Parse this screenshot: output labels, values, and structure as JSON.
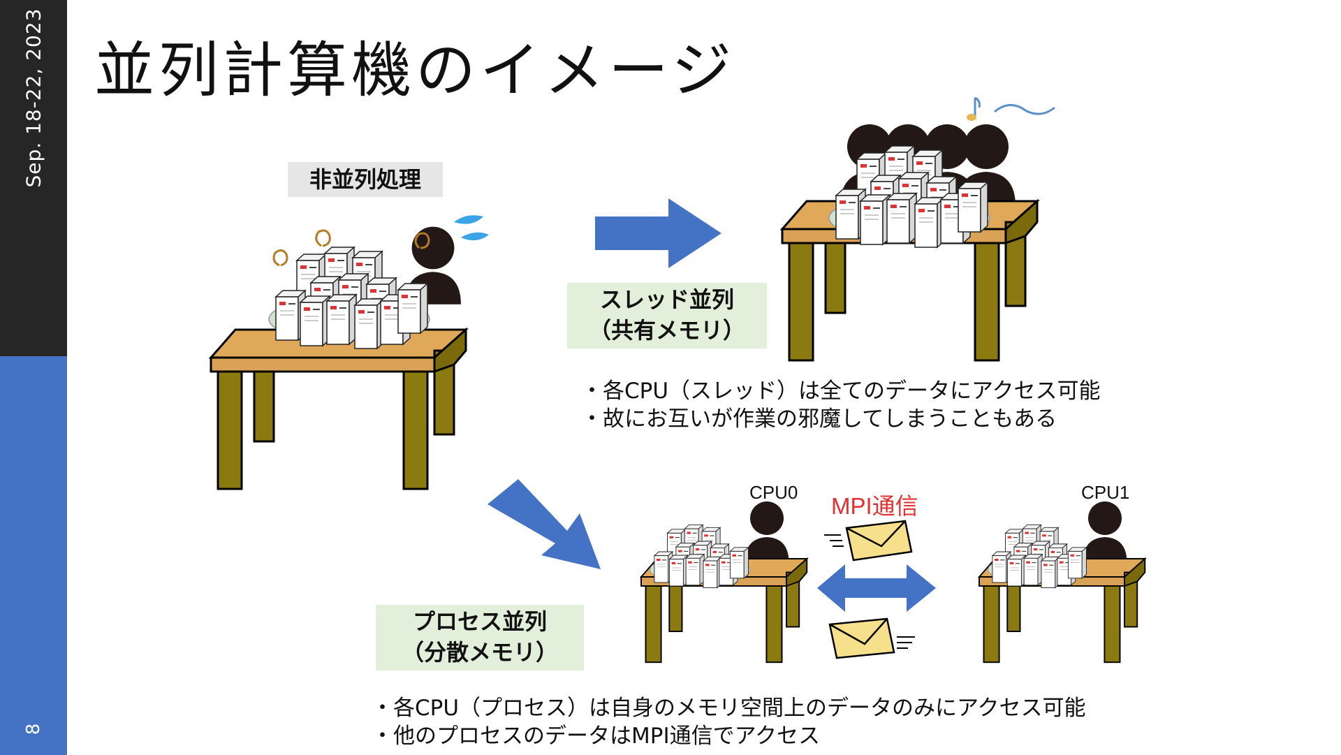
{
  "sidebar": {
    "date": "Sep. 18-22, 2023",
    "page_number": "8"
  },
  "title": "並列計算機のイメージ",
  "serial": {
    "label": "非並列処理"
  },
  "thread": {
    "label_line1": "スレッド並列",
    "label_line2": "（共有メモリ）",
    "bullets": [
      "・各CPU（スレッド）は全てのデータにアクセス可能",
      "・故にお互いが作業の邪魔してしまうこともある"
    ]
  },
  "process": {
    "label_line1": "プロセス並列",
    "label_line2": "（分散メモリ）",
    "bullets": [
      "・各CPU（プロセス）は自身のメモリ空間上のデータのみにアクセス可能",
      "・他のプロセスのデータはMPI通信でアクセス"
    ]
  },
  "cpu0": "CPU0",
  "cpu1": "CPU1",
  "mpi": "MPI通信",
  "colors": {
    "sidebar_dark": "#262626",
    "sidebar_blue": "#4472C4",
    "arrow_blue": "#4472C4",
    "label_green": "#E2EFDA",
    "mpi_red": "#E03030",
    "table_top": "#E0A95A",
    "table_leg": "#8B7A10",
    "envelope": "#F6E08C"
  },
  "icons": [
    "table-icon",
    "server-pile-icon",
    "person-icon",
    "sweat-drop-icon",
    "swirl-icon",
    "music-note-icon",
    "envelope-icon",
    "arrow-icon"
  ]
}
